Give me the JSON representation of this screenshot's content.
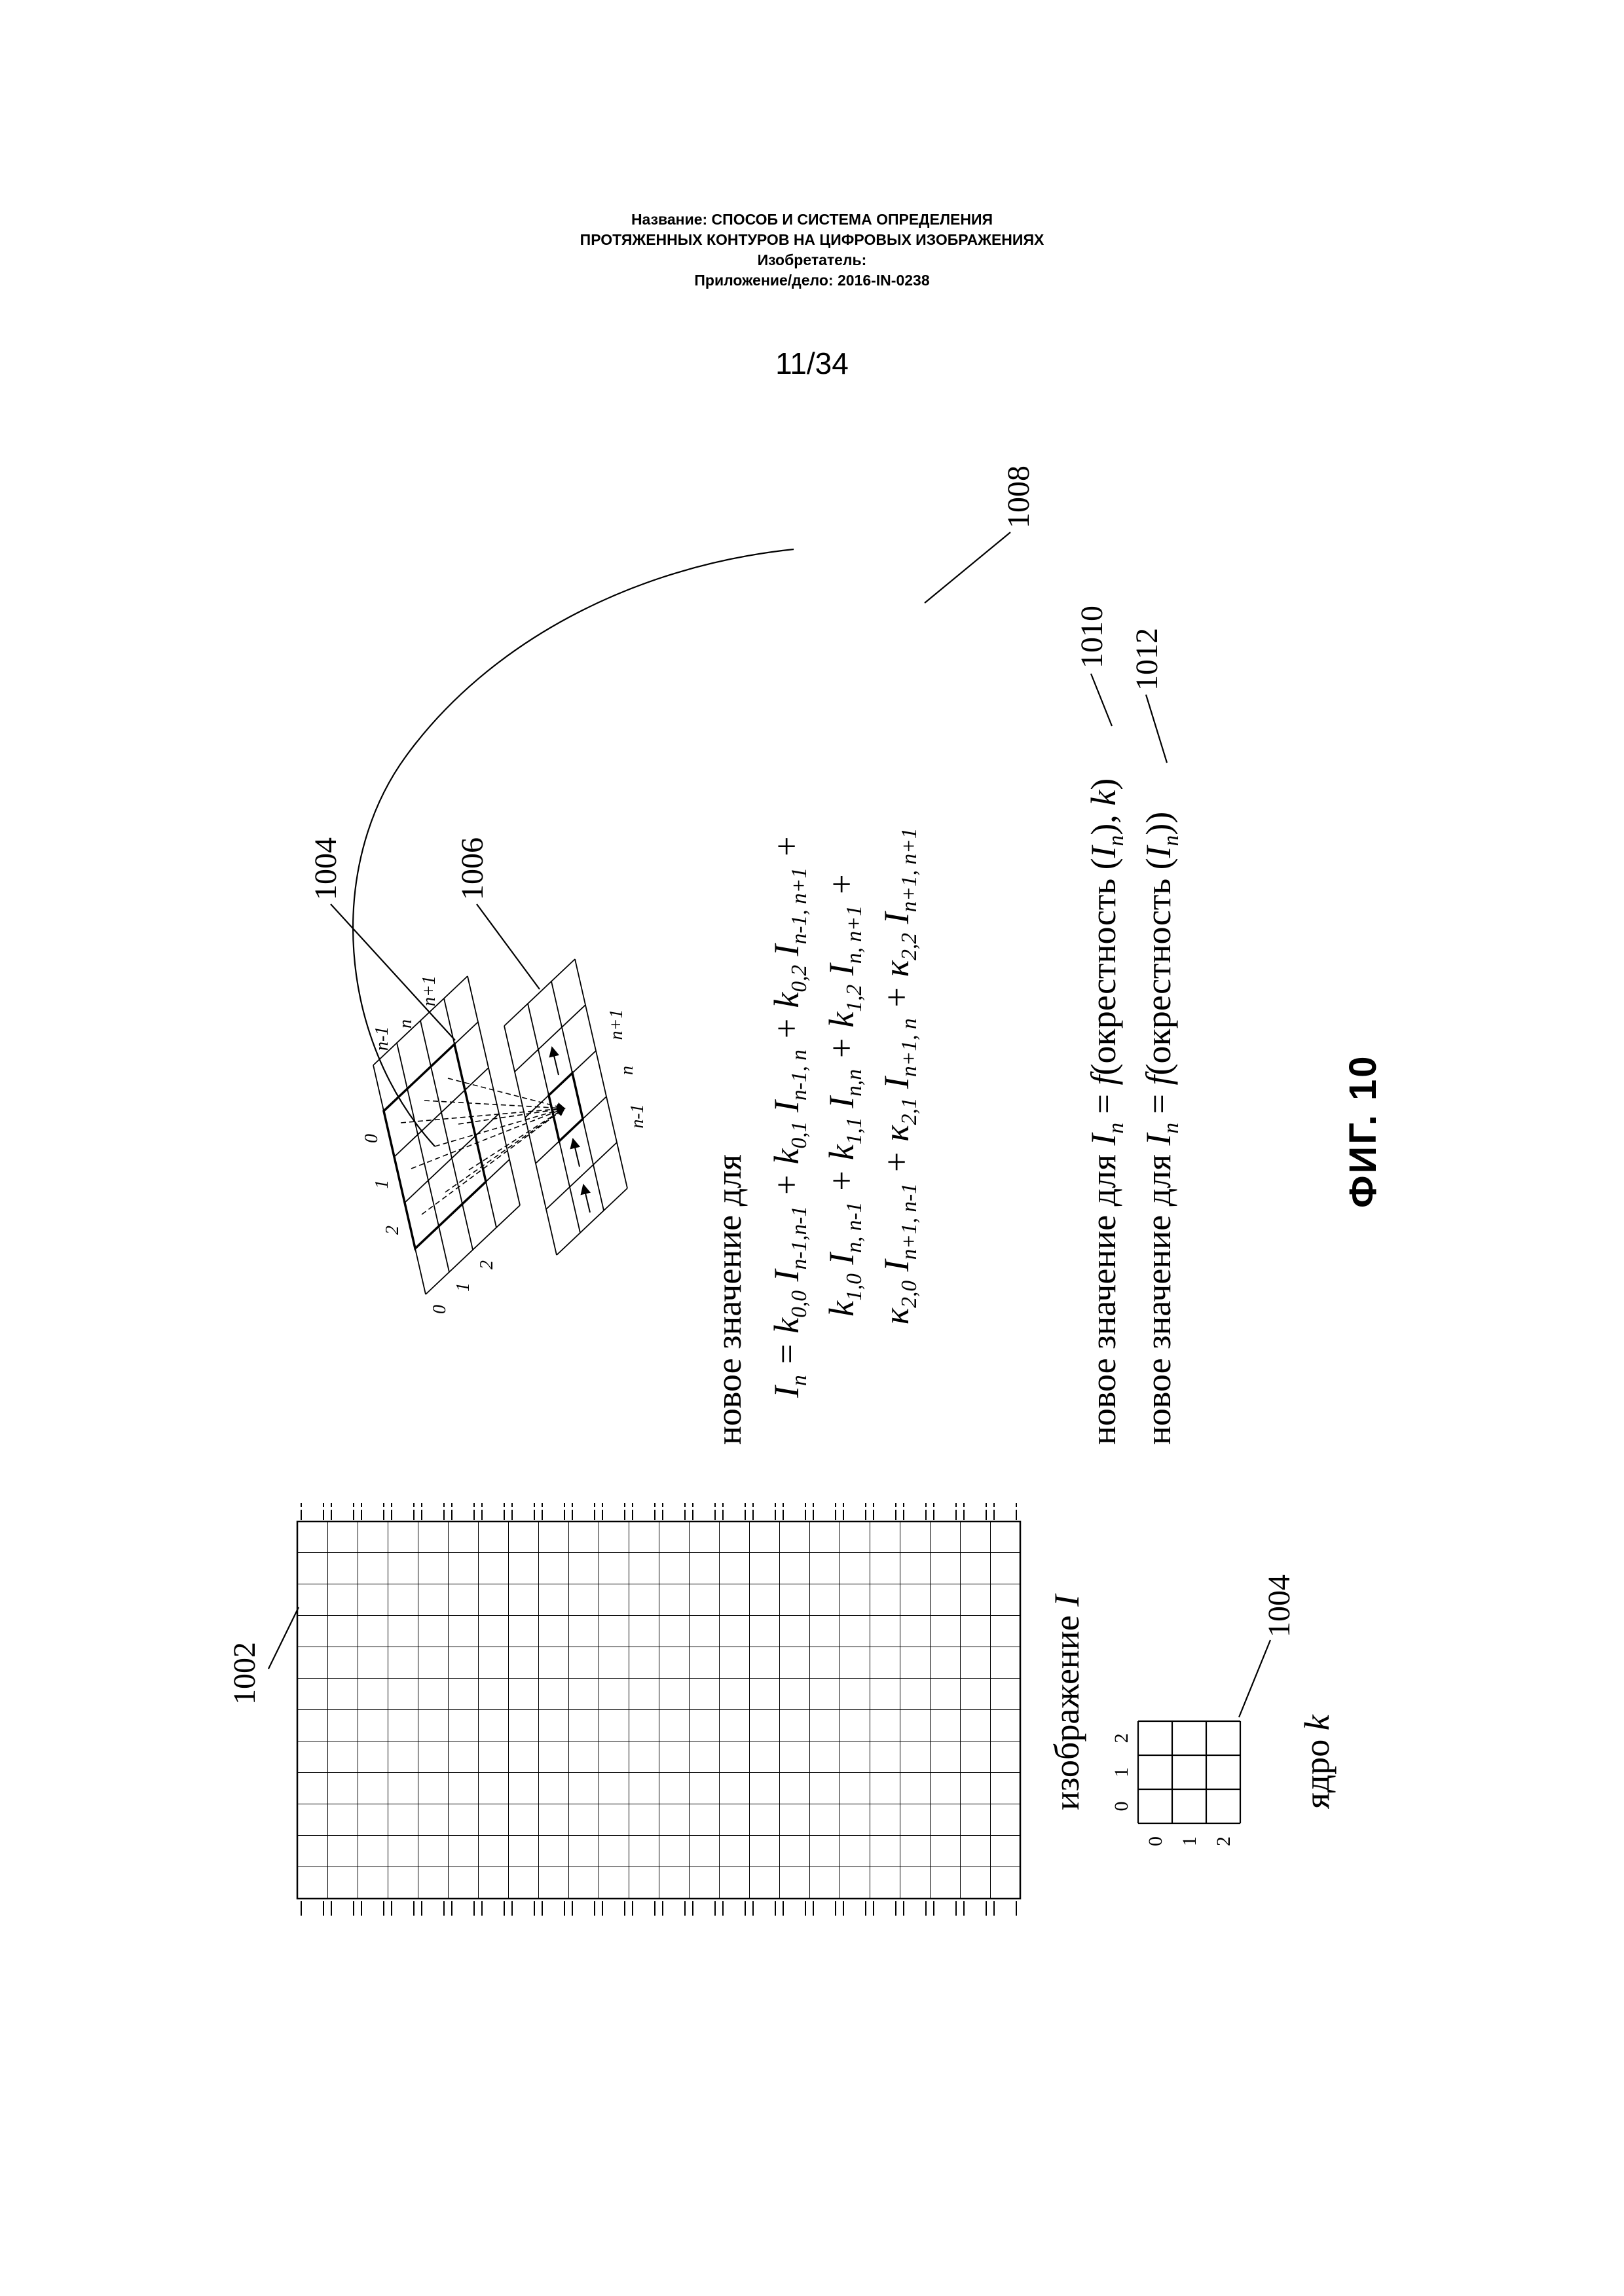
{
  "page": {
    "header": {
      "line1": "Название: СПОСОБ И СИСТЕМА ОПРЕДЕЛЕНИЯ",
      "line2": "ПРОТЯЖЕННЫХ КОНТУРОВ НА ЦИФРОВЫХ ИЗОБРАЖЕНИЯХ",
      "line3": "Изобретатель:",
      "line4": "Приложение/дело: 2016-IN-0238"
    },
    "page_number": "11/34",
    "figure_caption": "ФИГ. 10"
  },
  "figure": {
    "image_grid": {
      "ref_label": "1002",
      "caption": "изображение *{I}",
      "columns": 12,
      "rows": 24
    },
    "kernel": {
      "ref_label": "1004",
      "caption": "ядро *{k}",
      "size": 3,
      "col_labels": [
        "0",
        "1",
        "2"
      ],
      "row_labels": [
        "0",
        "1",
        "2"
      ]
    },
    "diagram": {
      "ref_label_kernel": "1004",
      "ref_label_image": "1006",
      "top_col_labels": [
        "2",
        "1",
        "0"
      ],
      "left_row_labels": [
        "0",
        "1",
        "2"
      ],
      "right_row_labels": [
        "n-1",
        "n",
        "n+1"
      ],
      "bottom_col_labels": [
        "n-1",
        "n",
        "n+1"
      ]
    },
    "equation": {
      "ref_label": "1008",
      "intro": "новое значение для",
      "lines": [
        "I_{n} = k_{0,0} I_{n-1,n-1} + k_{0,1} I_{n-1, n} + k_{0,2} I_{n-1, n+1} +",
        "k_{1,0} I_{n, n-1} + k_{1,1} I_{n,n} + k_{1,2} I_{n, n+1} +",
        "к_{2,0} I_{n+1, n-1} + к_{2,1} I_{n+1, n} + к_{2,2} I_{n+1, n+1}"
      ]
    },
    "formulas": [
      {
        "ref_label": "1010",
        "text": "новое значение для *{I}_{n} = *{f}(окрестность (*{I}_{n}), *{k})"
      },
      {
        "ref_label": "1012",
        "text": "новое значение для *{I}_{n} = *{f}(окрестность (*{I}_{n}))"
      }
    ]
  }
}
